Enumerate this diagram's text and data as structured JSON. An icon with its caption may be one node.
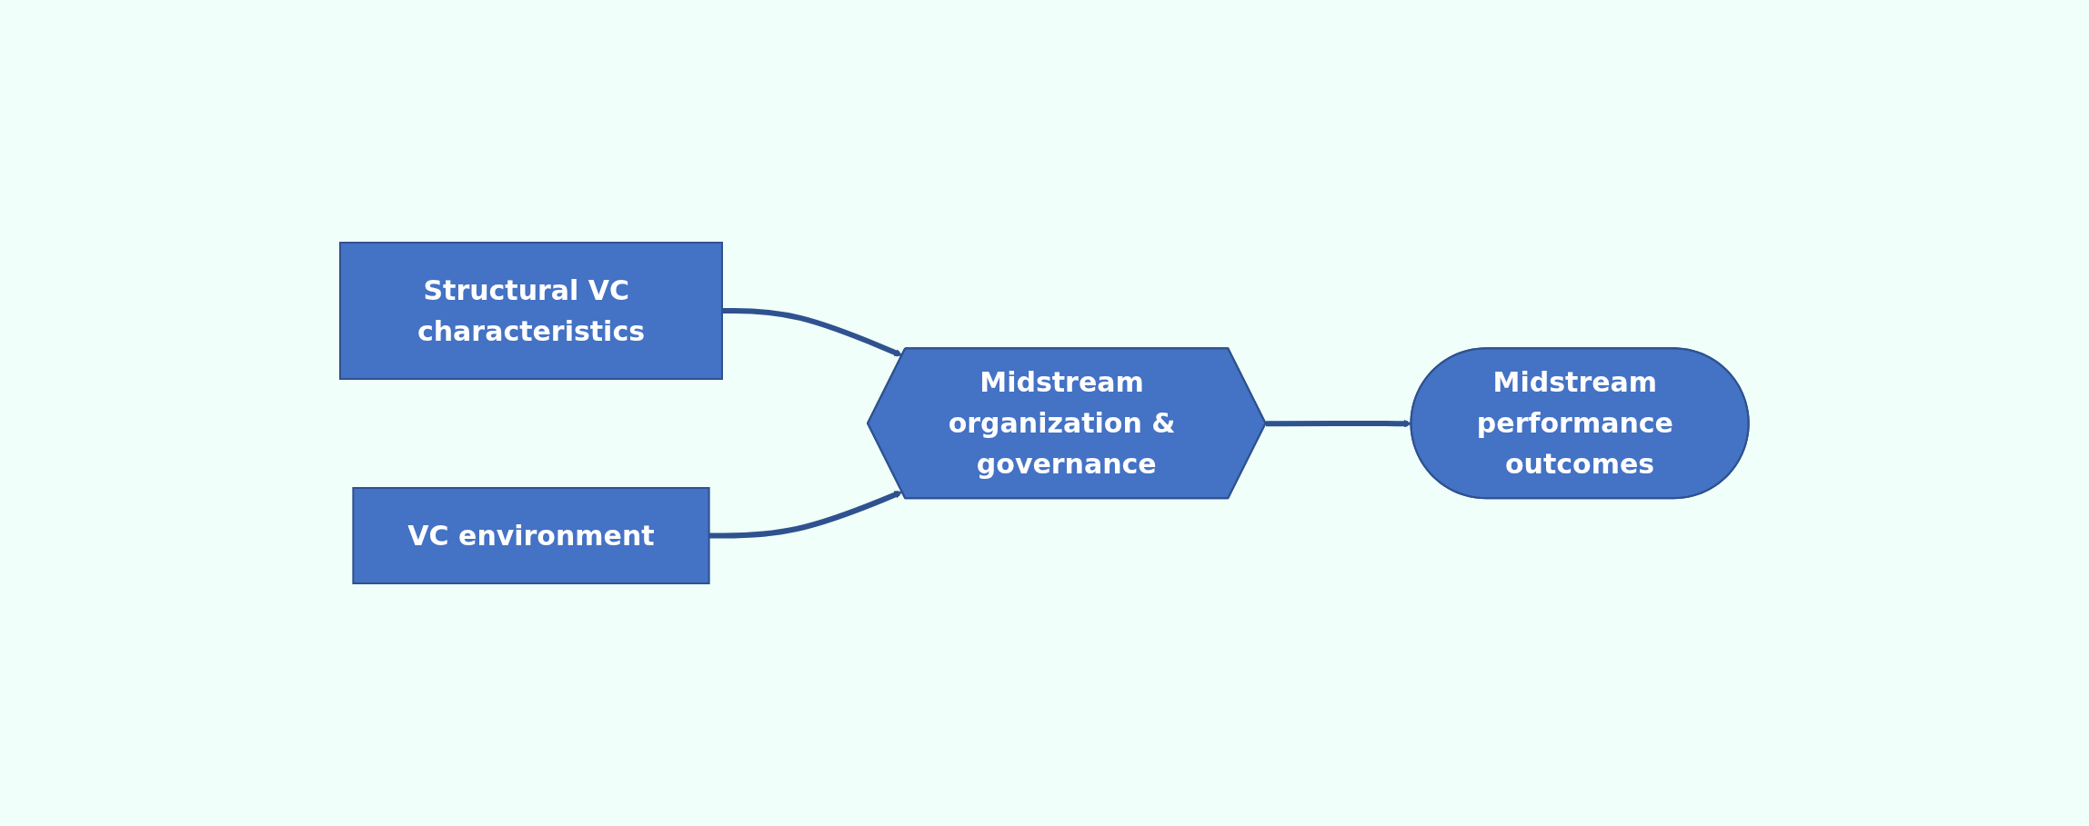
{
  "diagram": {
    "nodes": [
      {
        "text": [
          "Structural VC characteristics"
        ]
      },
      {
        "text": [
          "VC environment"
        ]
      },
      {
        "text": [
          "Midstream organization & governance"
        ]
      },
      {
        "text": [
          "Midstream performance outcomes"
        ]
      }
    ],
    "edges": [
      {
        "from": 0,
        "to": 2,
        "arrow": "to"
      },
      {
        "from": 1,
        "to": 2,
        "arrow": "to"
      },
      {
        "from": 2,
        "to": 3,
        "arrow": "to"
      }
    ]
  }
}
